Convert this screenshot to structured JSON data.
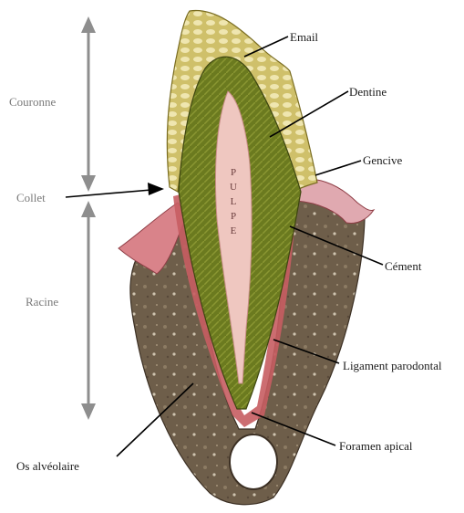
{
  "labels": {
    "email": "Email",
    "dentine": "Dentine",
    "gencive": "Gencive",
    "cement": "Cément",
    "ligament": "Ligament parodontal",
    "foramen": "Foramen apical",
    "os": "Os alvéolaire",
    "couronne": "Couronne",
    "collet": "Collet",
    "racine": "Racine"
  },
  "pulpe_letters": [
    "P",
    "U",
    "L",
    "P",
    "E"
  ],
  "colors": {
    "enamel": "#d9cc78",
    "enamel_pattern": "#f2ebb8",
    "dentine": "#6e7a22",
    "pulp": "#efc7c0",
    "gum": "#d9838a",
    "ligament": "#c75e62",
    "bone": "#6e5e4a",
    "arrow_grey": "#8e8e8e"
  }
}
